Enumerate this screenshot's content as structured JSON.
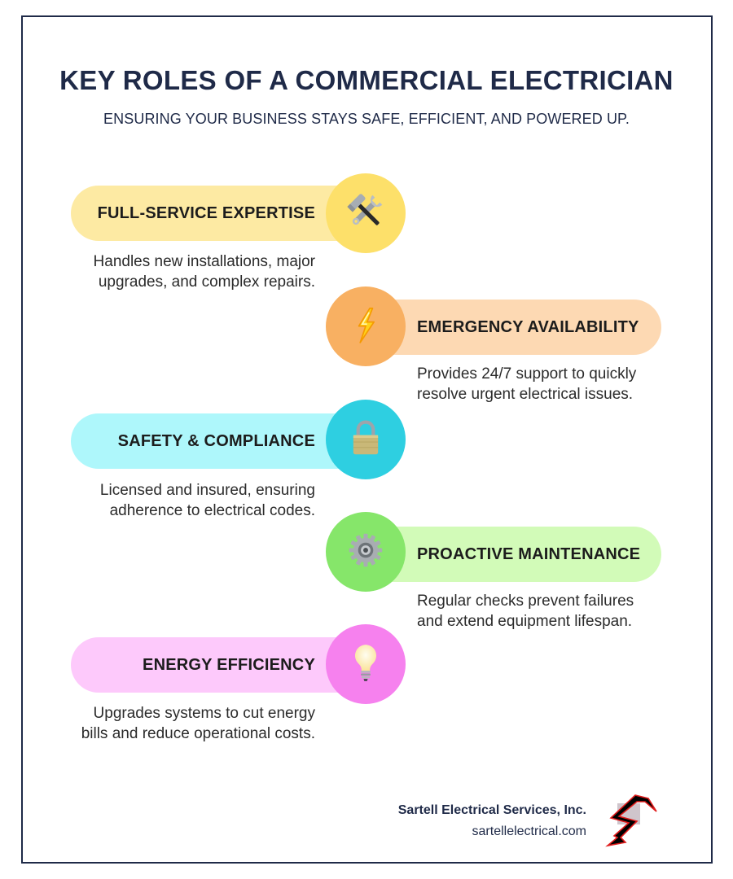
{
  "header": {
    "title": "KEY ROLES OF A COMMERCIAL ELECTRICIAN",
    "subtitle": "ENSURING YOUR BUSINESS STAYS SAFE, EFFICIENT, AND POWERED UP."
  },
  "roles": [
    {
      "title": "FULL-SERVICE EXPERTISE",
      "description": "Handles new installations, major upgrades, and complex repairs.",
      "icon": "hammer-and-wrench-icon",
      "side": "left",
      "pill_color": "#fdeaa3",
      "circle_color": "#fde06a"
    },
    {
      "title": "EMERGENCY AVAILABILITY",
      "description": "Provides 24/7 support to quickly resolve urgent electrical issues.",
      "icon": "lightning-bolt-icon",
      "side": "right",
      "pill_color": "#fdd9b3",
      "circle_color": "#f8b062"
    },
    {
      "title": "SAFETY & COMPLIANCE",
      "description": "Licensed and insured, ensuring adherence to electrical codes.",
      "icon": "padlock-icon",
      "side": "left",
      "pill_color": "#aef7fb",
      "circle_color": "#2ecfe1"
    },
    {
      "title": "PROACTIVE MAINTENANCE",
      "description": "Regular checks prevent failures and extend equipment lifespan.",
      "icon": "gear-icon",
      "side": "right",
      "pill_color": "#d2fbb8",
      "circle_color": "#86e66a"
    },
    {
      "title": "ENERGY EFFICIENCY",
      "description": "Upgrades systems to cut energy bills and reduce operational costs.",
      "icon": "light-bulb-icon",
      "side": "left",
      "pill_color": "#fdc9fb",
      "circle_color": "#f681ee"
    }
  ],
  "footer": {
    "company": "Sartell Electrical Services, Inc.",
    "url": "sartellelectrical.com",
    "logo": "lightning-bolt-logo-icon"
  },
  "colors": {
    "navy": "#1f2a48",
    "text": "#2b2b2b"
  }
}
